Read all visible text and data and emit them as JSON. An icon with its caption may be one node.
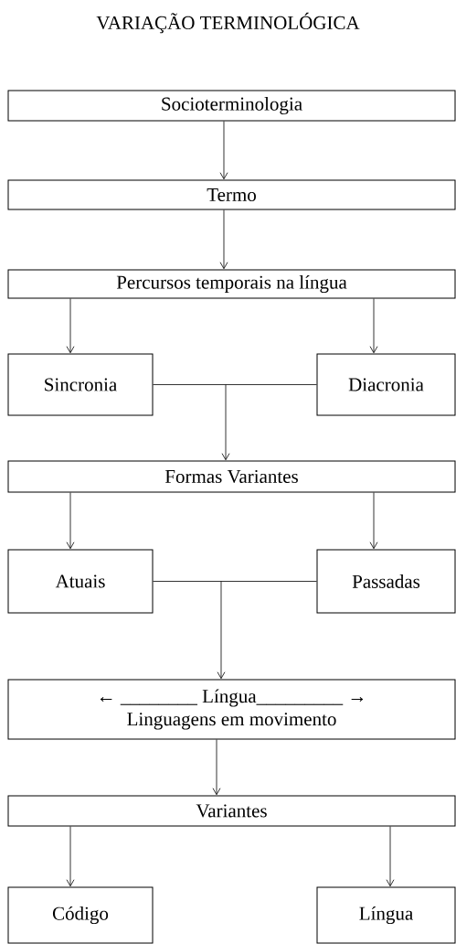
{
  "diagram": {
    "title": "VARIAÇÃO TERMINOLÓGICA",
    "nodes": [
      {
        "text": [
          "Socioterminologia"
        ]
      },
      {
        "text": [
          "Termo"
        ]
      },
      {
        "text": [
          "Percursos temporais na língua"
        ]
      },
      {
        "text": [
          "Sincronia"
        ]
      },
      {
        "text": [
          "Diacronia"
        ]
      },
      {
        "text": [
          "Formas Variantes"
        ]
      },
      {
        "text": [
          "Atuais"
        ]
      },
      {
        "text": [
          "Passadas"
        ]
      },
      {
        "text": [
          "← ________ Língua_________ →",
          "Linguagens em movimento"
        ]
      },
      {
        "text": [
          "Variantes"
        ]
      },
      {
        "text": [
          "Código"
        ]
      },
      {
        "text": [
          "Língua"
        ]
      }
    ],
    "edges": [
      {
        "from": 0,
        "to": 1,
        "arrow": "to"
      },
      {
        "from": 1,
        "to": 2,
        "arrow": "to"
      },
      {
        "from": 2,
        "to": 3,
        "arrow": "to"
      },
      {
        "from": 2,
        "to": 4,
        "arrow": "to"
      },
      {
        "from": 3,
        "to": 5,
        "arrow": "to"
      },
      {
        "from": 4,
        "to": 5,
        "arrow": "to"
      },
      {
        "from": 5,
        "to": 6,
        "arrow": "to"
      },
      {
        "from": 5,
        "to": 7,
        "arrow": "to"
      },
      {
        "from": 6,
        "to": 8,
        "arrow": "to"
      },
      {
        "from": 7,
        "to": 8,
        "arrow": "to"
      },
      {
        "from": 8,
        "to": 9,
        "arrow": "to"
      },
      {
        "from": 9,
        "to": 10,
        "arrow": "to"
      },
      {
        "from": 9,
        "to": 11,
        "arrow": "to"
      }
    ]
  }
}
